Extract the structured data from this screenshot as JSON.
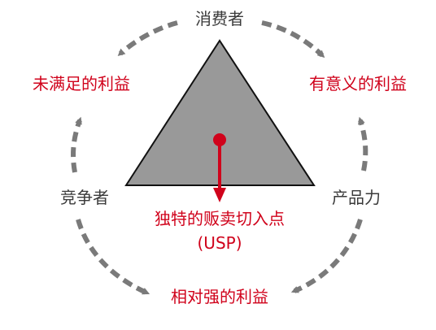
{
  "diagram": {
    "labels": {
      "consumer": "消费者",
      "unmet_benefit": "未满足的利益",
      "meaningful_benefit": "有意义的利益",
      "competitor": "竞争者",
      "product_strength": "产品力",
      "unique_selling_point": "独特的贩卖切入点",
      "usp_abbr": "(USP)",
      "relative_benefit": "相对强的利益"
    },
    "colors": {
      "triangle_fill": "#999999",
      "triangle_stroke": "#111111",
      "accent_red": "#d0021b",
      "arrow_gray": "#7a7a7a",
      "text_dark": "#3a3a3a"
    }
  }
}
